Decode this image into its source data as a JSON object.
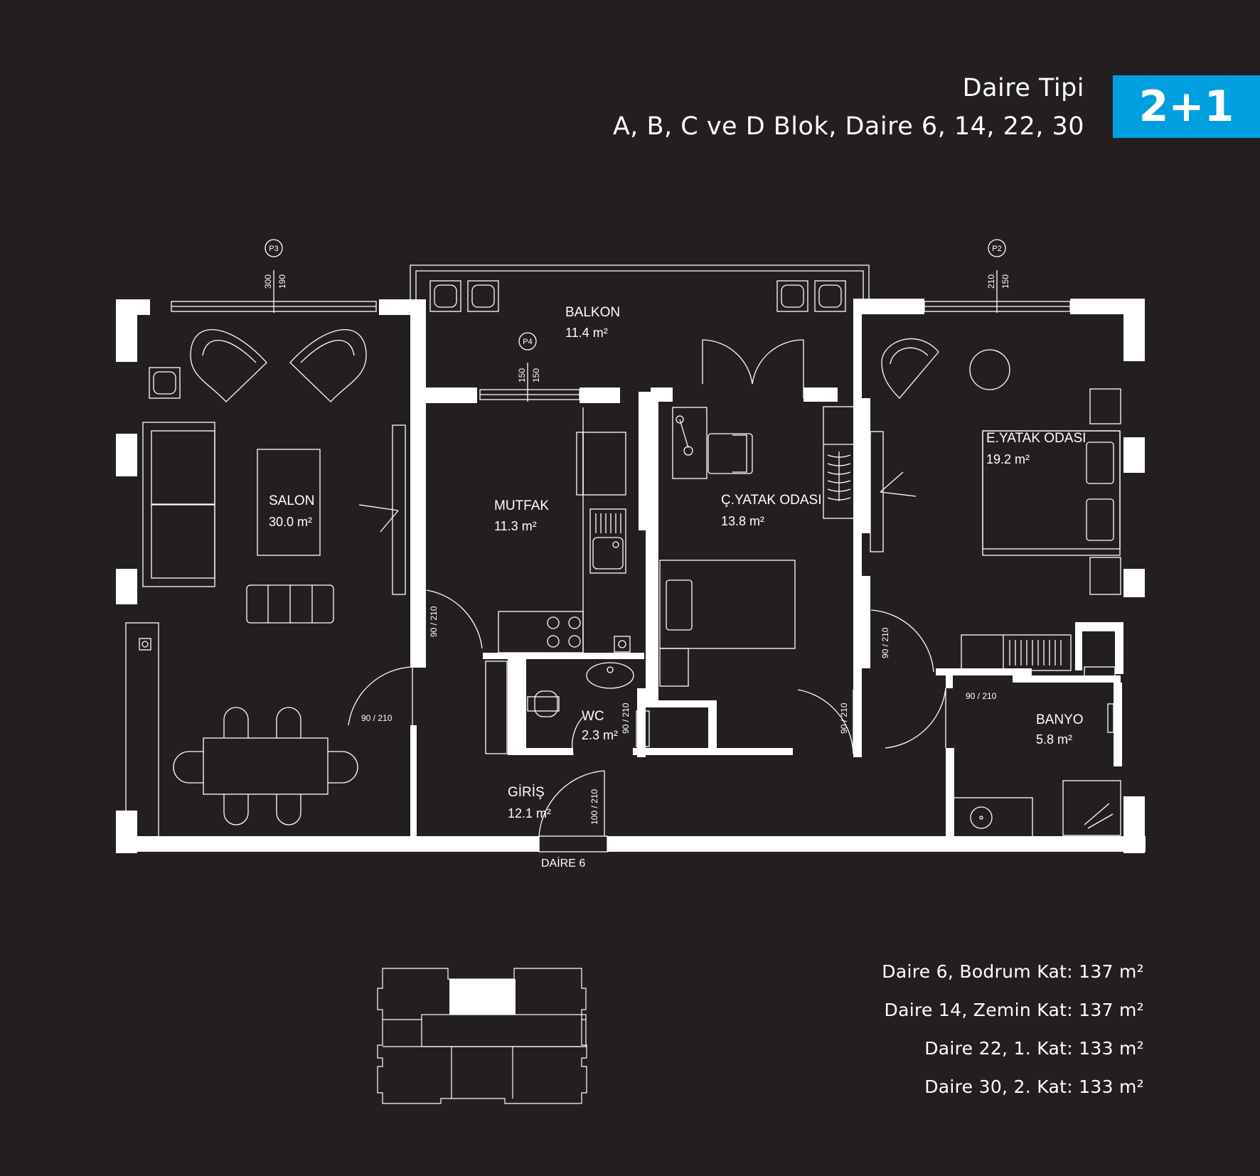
{
  "header": {
    "title": "Daire Tipi",
    "subtitle": "A, B, C ve D Blok, Daire 6, 14, 22, 30",
    "badge": "2+1",
    "badge_color": "#00a0e0"
  },
  "rooms": {
    "balkon": {
      "name": "BALKON",
      "area": "11.4 m²"
    },
    "salon": {
      "name": "SALON",
      "area": "30.0 m²"
    },
    "mutfak": {
      "name": "MUTFAK",
      "area": "11.3 m²"
    },
    "c_yatak": {
      "name": "Ç.YATAK ODASI",
      "area": "13.8 m²"
    },
    "e_yatak": {
      "name": "E.YATAK ODASI",
      "area": "19.2 m²"
    },
    "wc": {
      "name": "WC",
      "area": "2.3 m²"
    },
    "giris": {
      "name": "GİRİŞ",
      "area": "12.1 m²"
    },
    "banyo": {
      "name": "BANYO",
      "area": "5.8 m²"
    }
  },
  "windows": {
    "p3": {
      "tag": "P3",
      "width": "300",
      "height": "190"
    },
    "p4": {
      "tag": "P4",
      "width": "150",
      "height": "150"
    },
    "p2": {
      "tag": "P2",
      "width": "210",
      "height": "150"
    }
  },
  "doors": {
    "salon_door": "90 / 210",
    "mutfak_door": "90 / 210",
    "wc_door": "90 / 210",
    "c_yatak_door": "90 / 210",
    "e_yatak_door": "90 / 210",
    "banyo_door": "90 / 210",
    "entry_door": "100 / 210"
  },
  "apartment_label": "DAİRE 6",
  "unit_areas": [
    "Daire 6, Bodrum Kat: 137 m²",
    "Daire 14, Zemin Kat: 137 m²",
    "Daire 22, 1. Kat: 133 m²",
    "Daire 30, 2. Kat: 133 m²"
  ]
}
